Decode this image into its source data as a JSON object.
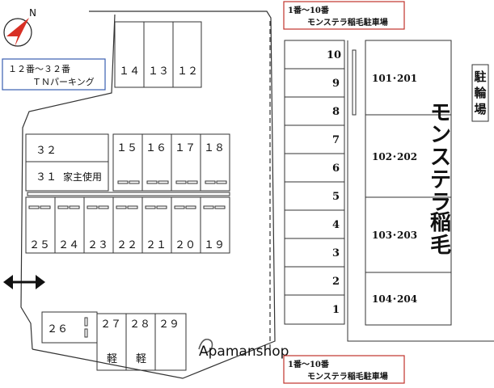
{
  "compass": {
    "label": "N"
  },
  "label_box_left": {
    "line1": "１２番～３２番",
    "line2": "ＴＮパーキング"
  },
  "label_box_top": {
    "line1": "1番～10番",
    "line2": "モンステラ稲毛駐車場"
  },
  "label_box_bottom": {
    "line1": "1番～10番",
    "line2": "モンステラ稲毛駐車場"
  },
  "stalls_top_row": [
    "１４",
    "１３",
    "１２"
  ],
  "stalls_32_31": {
    "upper": "３２",
    "lower": "３１",
    "note": "家主使用"
  },
  "stalls_mid_upper": [
    "１５",
    "１６",
    "１７",
    "１８"
  ],
  "stalls_mid_lower": [
    "２５",
    "２４",
    "２３",
    "２２",
    "２１",
    "２０",
    "１９"
  ],
  "stalls_bottom": {
    "n26": "２６",
    "others": [
      {
        "no": "２７",
        "note": "軽"
      },
      {
        "no": "２８",
        "note": "軽"
      },
      {
        "no": "２９",
        "note": ""
      }
    ]
  },
  "stalls_right": [
    "10",
    "9",
    "8",
    "7",
    "6",
    "5",
    "4",
    "3",
    "2",
    "1"
  ],
  "building": {
    "name": [
      "モ",
      "ン",
      "ス",
      "テ",
      "ラ",
      "稲",
      "毛"
    ],
    "units": [
      "101･201",
      "102･202",
      "103･203",
      "104･204"
    ]
  },
  "bike_parking": [
    "駐",
    "輪",
    "場"
  ],
  "arrow": "two-way-arrow",
  "watermark": "Apamanshop"
}
